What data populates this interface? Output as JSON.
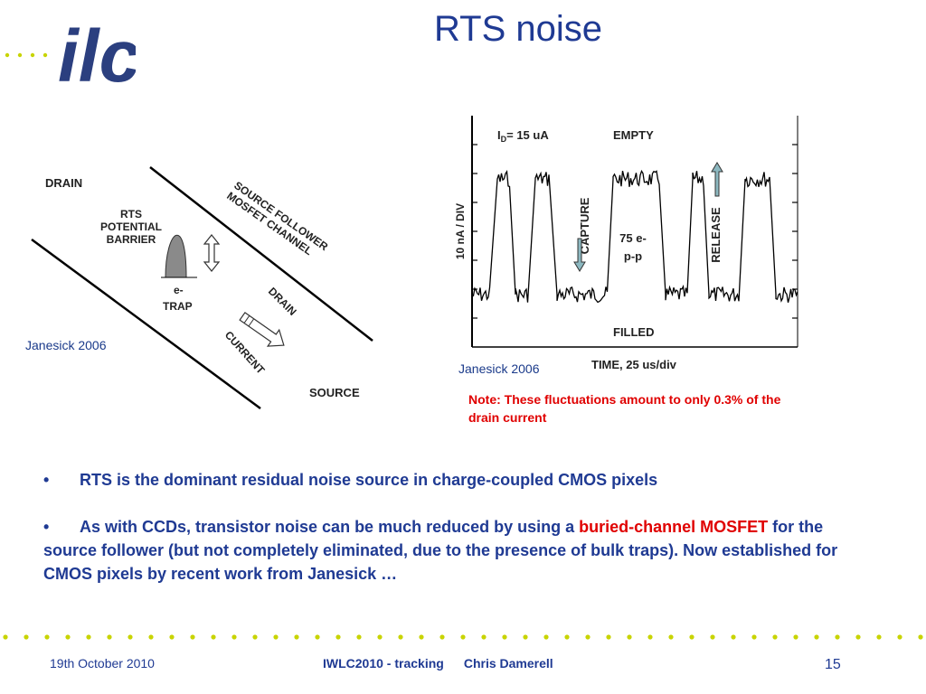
{
  "logo": {
    "text": "ilc"
  },
  "title": "RTS noise",
  "left_figure": {
    "drain": "DRAIN",
    "rts_barrier": [
      "RTS",
      "POTENTIAL",
      "BARRIER"
    ],
    "e_trap": [
      "e-",
      "TRAP"
    ],
    "channel": [
      "SOURCE FOLLOWER",
      "MOSFET CHANNEL"
    ],
    "drain_current": [
      "DRAIN",
      "CURRENT"
    ],
    "source": "SOURCE",
    "credit": "Janesick 2006"
  },
  "right_figure": {
    "id_label": "= 15 uA",
    "id_prefix": "I",
    "id_sub": "D",
    "empty": "EMPTY",
    "capture": "CAPTURE",
    "release": "RELEASE",
    "pp_line1": "75 e-",
    "pp_line2": "p-p",
    "filled": "FILLED",
    "yaxis": "10 nA / DIV",
    "xaxis": "TIME, 25 us/div",
    "credit": "Janesick 2006"
  },
  "note": "Note:  These fluctuations amount to only 0.3% of the drain current",
  "bullets": {
    "b1": "RTS is the dominant residual noise source in charge-coupled CMOS pixels",
    "b2_pre": "As with CCDs, transistor noise can be much reduced by using a ",
    "b2_red": "buried-channel MOSFET",
    "b2_post": " for the source follower (but not completely eliminated, due to the presence of bulk traps).  Now established for CMOS pixels by recent work from Janesick …",
    "marker": "•"
  },
  "footer": {
    "date": "19th October 2010",
    "event": "IWLC2010 - tracking",
    "author": "Chris Damerell",
    "page": "15"
  },
  "colors": {
    "navy": "#1f3a93",
    "red": "#e00000",
    "dots": "#c8d400"
  }
}
